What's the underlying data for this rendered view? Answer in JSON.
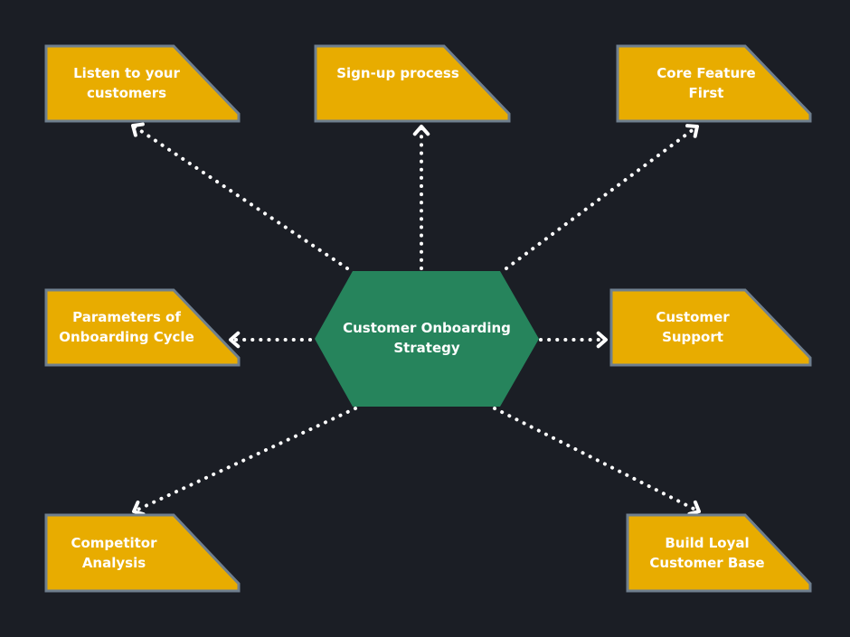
{
  "colors": {
    "background": "#1b1e25",
    "box_fill": "#e8ac00",
    "box_stroke": "#6f7f8e",
    "center_fill": "#26845c",
    "arrow": "#ffffff",
    "text": "#ffffff"
  },
  "center": {
    "label": "Customer Onboarding\nStrategy"
  },
  "nodes": [
    {
      "id": "listen",
      "label": "Listen to your\ncustomers"
    },
    {
      "id": "signup",
      "label": "Sign-up process"
    },
    {
      "id": "core",
      "label": "Core Feature\nFirst"
    },
    {
      "id": "params",
      "label": "Parameters of\nOnboarding Cycle"
    },
    {
      "id": "support",
      "label": "Customer\nSupport"
    },
    {
      "id": "competitor",
      "label": "Competitor\nAnalysis"
    },
    {
      "id": "loyal",
      "label": "Build Loyal\nCustomer Base"
    }
  ],
  "connectors": [
    {
      "from": "center",
      "to": "listen",
      "style": "dotted-arrow"
    },
    {
      "from": "center",
      "to": "signup",
      "style": "dotted-arrow"
    },
    {
      "from": "center",
      "to": "core",
      "style": "dotted-arrow"
    },
    {
      "from": "center",
      "to": "params",
      "style": "dotted-arrow"
    },
    {
      "from": "center",
      "to": "support",
      "style": "dotted-arrow"
    },
    {
      "from": "center",
      "to": "competitor",
      "style": "dotted-arrow"
    },
    {
      "from": "center",
      "to": "loyal",
      "style": "dotted-arrow"
    }
  ]
}
